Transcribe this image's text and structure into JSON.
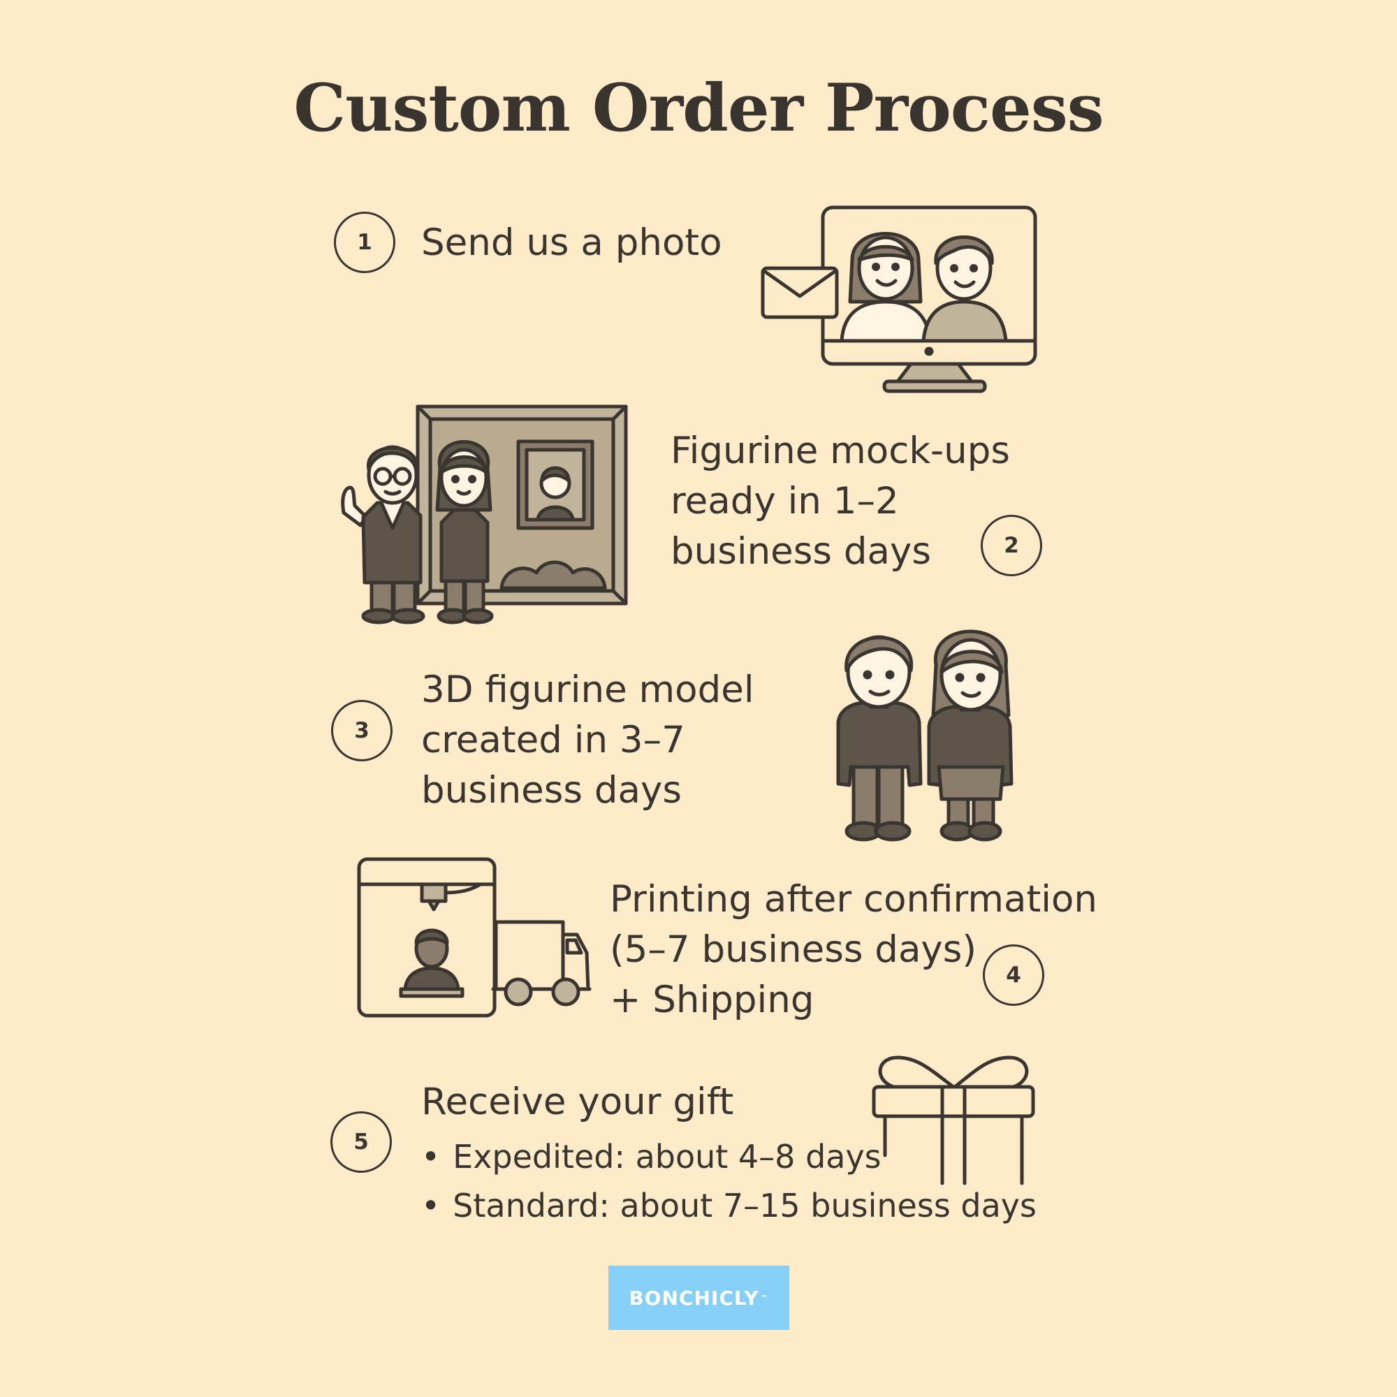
{
  "title": "Custom Order Process",
  "steps": [
    {
      "number": "1",
      "lines": [
        "Send us a photo"
      ],
      "icon": "monitor-photo-email-icon"
    },
    {
      "number": "2",
      "lines": [
        "Figurine mock-ups",
        "ready in 1–2",
        "business days"
      ],
      "icon": "figurines-with-frame-icon"
    },
    {
      "number": "3",
      "lines": [
        "3D figurine model",
        "created in 3–7",
        "business days"
      ],
      "icon": "couple-figurine-icon"
    },
    {
      "number": "4",
      "lines": [
        "Printing after confirmation",
        "(5–7 business days)",
        "+ Shipping"
      ],
      "icon": "3d-printer-truck-icon"
    },
    {
      "number": "5",
      "lines": [
        "Receive your gift"
      ],
      "bullets": [
        "Expedited: about 4–8 days",
        "Standard: about 7–15 business days"
      ],
      "icon": "gift-box-icon"
    }
  ],
  "brand": {
    "name": "BONCHICLY",
    "mark": "™",
    "color": "#86cff7"
  },
  "colors": {
    "background": "#feebca",
    "ink": "#3b3530",
    "fill": "#c0b49a"
  }
}
